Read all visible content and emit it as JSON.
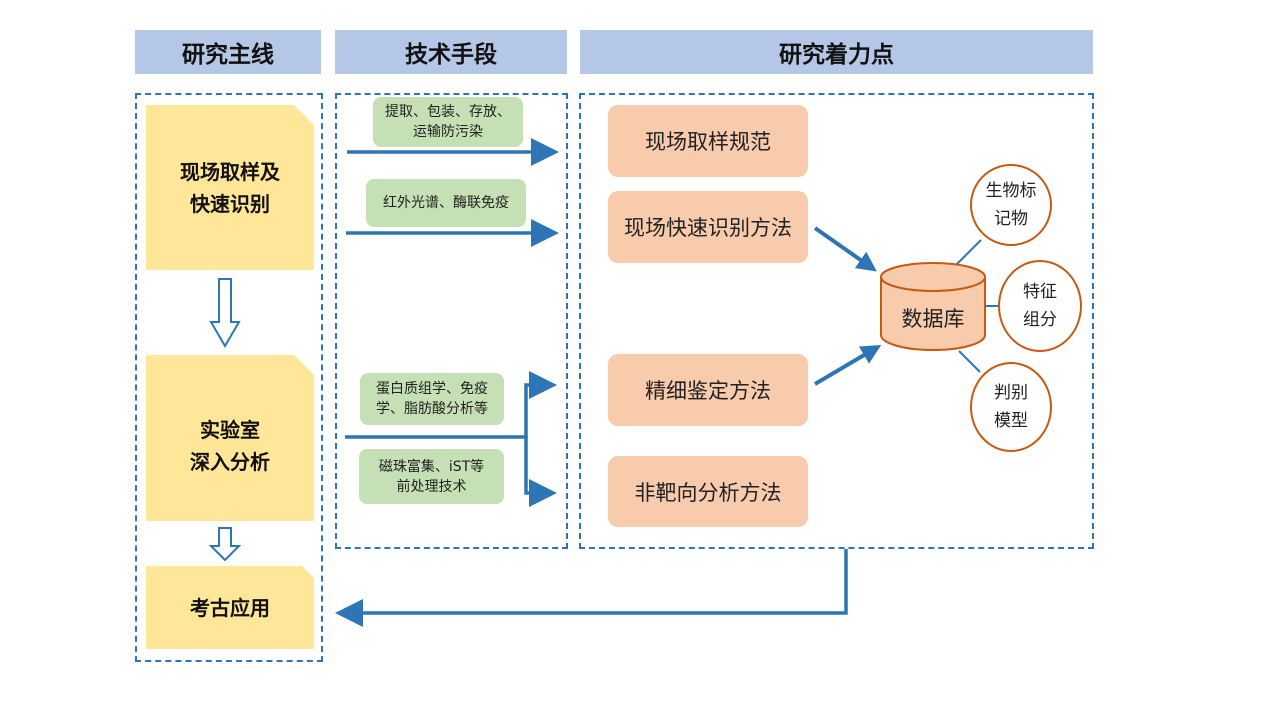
{
  "headers": {
    "research_line": "研究主线",
    "technical_means": "技术手段",
    "research_focus": "研究着力点"
  },
  "research_line": {
    "steps": [
      {
        "line1": "现场取样及",
        "line2": "快速识别"
      },
      {
        "line1": "实验室",
        "line2": "深入分析"
      },
      {
        "line1": "考古应用",
        "line2": ""
      }
    ]
  },
  "technical_means": {
    "items": [
      {
        "line1": "提取、包装、存放、",
        "line2": "运输防污染"
      },
      {
        "line1": "红外光谱、酶联免疫",
        "line2": ""
      },
      {
        "line1": "蛋白质组学、免疫",
        "line2": "学、脂肪酸分析等"
      },
      {
        "line1": "磁珠富集、iST等",
        "line2": "前处理技术"
      }
    ]
  },
  "research_focus": {
    "methods": [
      "现场取样规范",
      "现场快速识别方法",
      "精细鉴定方法",
      "非靶向分析方法"
    ],
    "database": "数据库",
    "outputs": [
      {
        "line1": "生物标",
        "line2": "记物"
      },
      {
        "line1": "特征",
        "line2": "组分"
      },
      {
        "line1": "判别",
        "line2": "模型"
      }
    ]
  },
  "colors": {
    "header": "#b4c7e7",
    "main_step": "#ffe699",
    "tech_box": "#c5e0b4",
    "focus_box": "#f8cbad",
    "arrow": "#2e75b6",
    "outline": "#c55a11"
  }
}
